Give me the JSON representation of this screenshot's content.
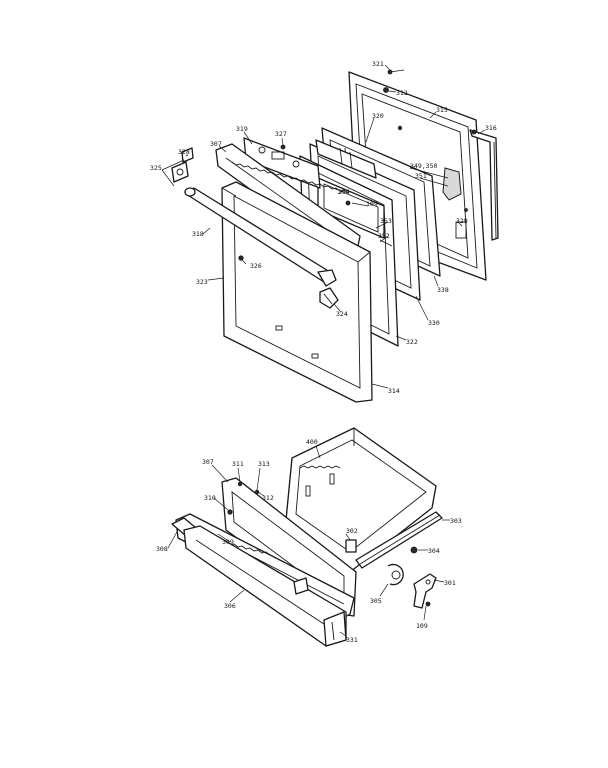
{
  "upper_assembly": {
    "callouts": [
      {
        "id": "c321",
        "text": "321"
      },
      {
        "id": "c312a",
        "text": "312"
      },
      {
        "id": "c315",
        "text": "315"
      },
      {
        "id": "c316",
        "text": "316"
      },
      {
        "id": "c320",
        "text": "320"
      },
      {
        "id": "c319",
        "text": "319"
      },
      {
        "id": "c327",
        "text": "327"
      },
      {
        "id": "c328",
        "text": "328"
      },
      {
        "id": "c307",
        "text": "307"
      },
      {
        "id": "c325",
        "text": "325"
      },
      {
        "id": "c349",
        "text": "349,350"
      },
      {
        "id": "c351",
        "text": "351"
      },
      {
        "id": "c354",
        "text": "354"
      },
      {
        "id": "c109a",
        "text": "109"
      },
      {
        "id": "c329",
        "text": "329"
      },
      {
        "id": "c353",
        "text": "353"
      },
      {
        "id": "c352",
        "text": "352"
      },
      {
        "id": "c318",
        "text": "318"
      },
      {
        "id": "c326",
        "text": "326"
      },
      {
        "id": "c338",
        "text": "338"
      },
      {
        "id": "c323",
        "text": "323"
      },
      {
        "id": "c324",
        "text": "324"
      },
      {
        "id": "c330",
        "text": "330"
      },
      {
        "id": "c322",
        "text": "322"
      },
      {
        "id": "c314",
        "text": "314"
      }
    ]
  },
  "lower_assembly": {
    "callouts": [
      {
        "id": "c400",
        "text": "400"
      },
      {
        "id": "c307b",
        "text": "307"
      },
      {
        "id": "c311",
        "text": "311"
      },
      {
        "id": "c313",
        "text": "313"
      },
      {
        "id": "c312b",
        "text": "312"
      },
      {
        "id": "c310",
        "text": "310"
      },
      {
        "id": "c308",
        "text": "308"
      },
      {
        "id": "c309",
        "text": "309"
      },
      {
        "id": "c306",
        "text": "306"
      },
      {
        "id": "c302",
        "text": "302"
      },
      {
        "id": "c304",
        "text": "304"
      },
      {
        "id": "c305",
        "text": "305"
      },
      {
        "id": "c301",
        "text": "301"
      },
      {
        "id": "c109b",
        "text": "109"
      },
      {
        "id": "c331",
        "text": "331"
      },
      {
        "id": "c303",
        "text": "303"
      }
    ]
  }
}
